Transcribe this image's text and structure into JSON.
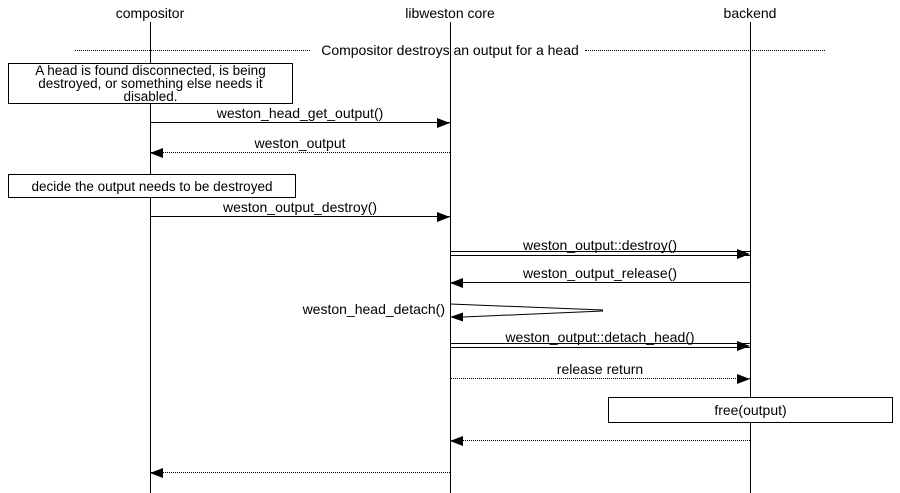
{
  "diagram": {
    "type": "sequence-diagram",
    "colors": {
      "background": "#ffffff",
      "line": "#000000",
      "text": "#000000"
    },
    "actors": [
      {
        "name": "compositor"
      },
      {
        "name": "libweston core"
      },
      {
        "name": "backend"
      }
    ],
    "divider": {
      "label": "Compositor destroys an output for a head"
    },
    "notes": [
      {
        "over": "compositor",
        "lines": [
          "A head is found disconnected, is being",
          "destroyed, or something else needs it",
          "disabled."
        ]
      },
      {
        "over": "compositor",
        "lines": [
          "decide the output needs to be destroyed"
        ]
      },
      {
        "over": "backend",
        "lines": [
          "free(output)"
        ]
      }
    ],
    "messages": [
      {
        "label": "weston_head_get_output()",
        "from": "compositor",
        "to": "libweston core",
        "line": "solid"
      },
      {
        "label": "weston_output",
        "from": "libweston core",
        "to": "compositor",
        "line": "dotted"
      },
      {
        "label": "weston_output_destroy()",
        "from": "compositor",
        "to": "libweston core",
        "line": "solid"
      },
      {
        "label": "weston_output::destroy()",
        "from": "libweston core",
        "to": "backend",
        "line": "double"
      },
      {
        "label": "weston_output_release()",
        "from": "backend",
        "to": "libweston core",
        "line": "solid"
      },
      {
        "label": "weston_head_detach()",
        "from": "libweston core",
        "to": "libweston core",
        "line": "self"
      },
      {
        "label": "weston_output::detach_head()",
        "from": "libweston core",
        "to": "backend",
        "line": "double"
      },
      {
        "label": "release return",
        "from": "libweston core",
        "to": "backend",
        "line": "dotted"
      },
      {
        "label": "",
        "from": "backend",
        "to": "libweston core",
        "line": "dotted"
      },
      {
        "label": "",
        "from": "libweston core",
        "to": "compositor",
        "line": "dotted"
      }
    ]
  }
}
